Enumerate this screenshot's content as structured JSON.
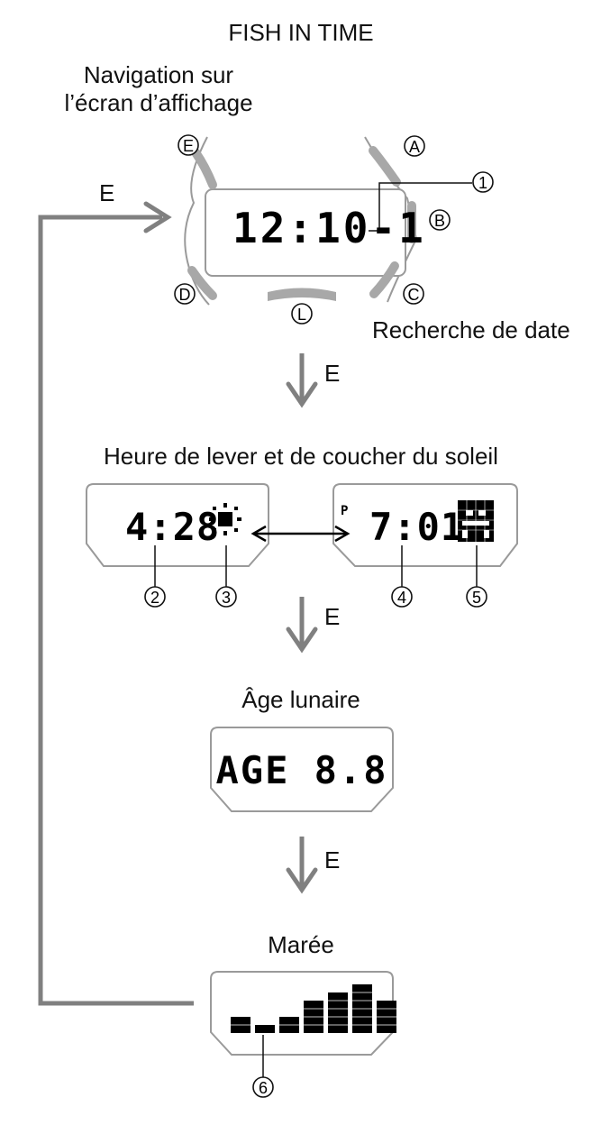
{
  "title": "FISH IN TIME",
  "nav_label": "Navigation sur l’écran d’affichage",
  "nav_label_lines": [
    "Navigation sur",
    "l’écran d’affichage"
  ],
  "date_search_label": "Recherche de date",
  "loop_key": "E",
  "buttons": {
    "a": "A",
    "b": "B",
    "c": "C",
    "d": "D",
    "e": "E",
    "l": "L"
  },
  "main_display": "12:10-1",
  "step_key": "E",
  "sunrise_sunset": {
    "label": "Heure de lever et de coucher du soleil",
    "sunrise_time": "4:28",
    "pm_indicator": "P",
    "sunset_time": "7:01"
  },
  "moon_age": {
    "label": "Âge lunaire",
    "display": "AGE 8.8"
  },
  "tide": {
    "label": "Marée",
    "levels": [
      2,
      1,
      2,
      4,
      5,
      6,
      4
    ]
  },
  "callouts": [
    "1",
    "2",
    "3",
    "4",
    "5",
    "6"
  ],
  "colors": {
    "arrow": "#808080",
    "outline": "#9a9a9a",
    "bezel": "#a8a8a8",
    "lcd": "#000000"
  }
}
